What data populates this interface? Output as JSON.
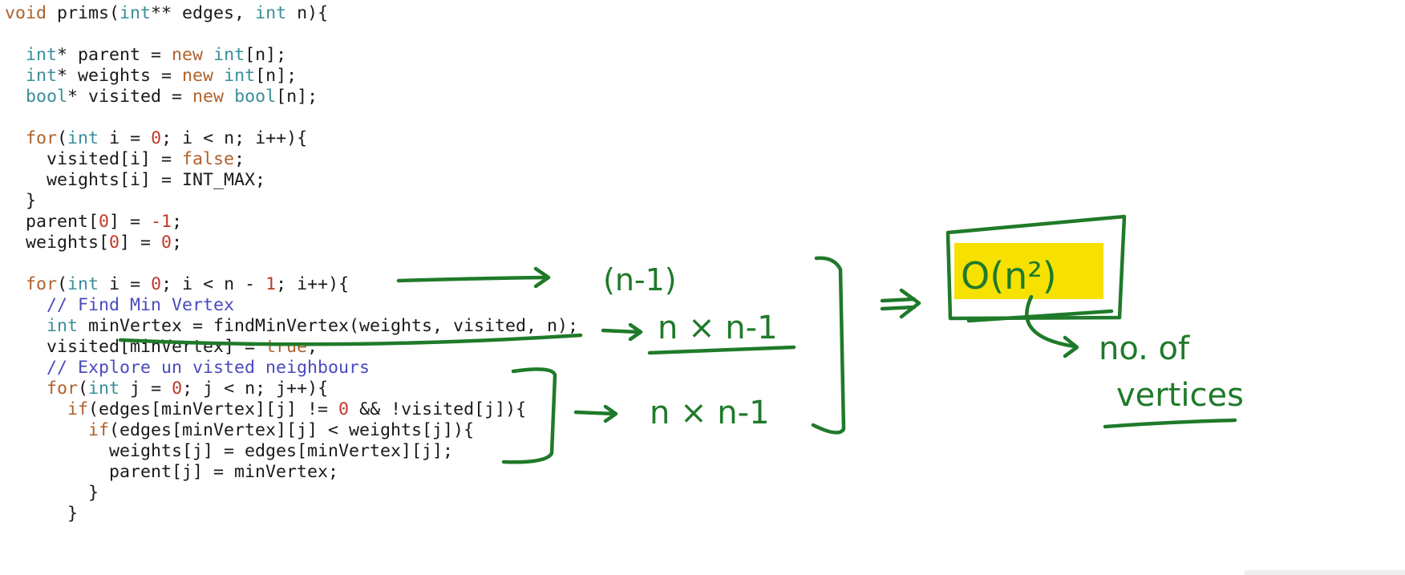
{
  "code": [
    [
      [
        "kw",
        "void"
      ],
      [
        "plain",
        " prims("
      ],
      [
        "type",
        "int"
      ],
      [
        "plain",
        "** edges, "
      ],
      [
        "type",
        "int"
      ],
      [
        "plain",
        " n){"
      ]
    ],
    [],
    [
      [
        "plain",
        "  "
      ],
      [
        "type",
        "int"
      ],
      [
        "plain",
        "* parent = "
      ],
      [
        "kw",
        "new"
      ],
      [
        "plain",
        " "
      ],
      [
        "type",
        "int"
      ],
      [
        "plain",
        "[n];"
      ]
    ],
    [
      [
        "plain",
        "  "
      ],
      [
        "type",
        "int"
      ],
      [
        "plain",
        "* weights = "
      ],
      [
        "kw",
        "new"
      ],
      [
        "plain",
        " "
      ],
      [
        "type",
        "int"
      ],
      [
        "plain",
        "[n];"
      ]
    ],
    [
      [
        "plain",
        "  "
      ],
      [
        "type",
        "bool"
      ],
      [
        "plain",
        "* visited = "
      ],
      [
        "kw",
        "new"
      ],
      [
        "plain",
        " "
      ],
      [
        "type",
        "bool"
      ],
      [
        "plain",
        "[n];"
      ]
    ],
    [],
    [
      [
        "plain",
        "  "
      ],
      [
        "kw",
        "for"
      ],
      [
        "plain",
        "("
      ],
      [
        "type",
        "int"
      ],
      [
        "plain",
        " i = "
      ],
      [
        "num",
        "0"
      ],
      [
        "plain",
        "; i < n; i++){"
      ]
    ],
    [
      [
        "plain",
        "    visited[i] = "
      ],
      [
        "kw",
        "false"
      ],
      [
        "plain",
        ";"
      ]
    ],
    [
      [
        "plain",
        "    weights[i] = INT_MAX;"
      ]
    ],
    [
      [
        "plain",
        "  }"
      ]
    ],
    [
      [
        "plain",
        "  parent["
      ],
      [
        "num",
        "0"
      ],
      [
        "plain",
        "] = "
      ],
      [
        "num",
        "-1"
      ],
      [
        "plain",
        ";"
      ]
    ],
    [
      [
        "plain",
        "  weights["
      ],
      [
        "num",
        "0"
      ],
      [
        "plain",
        "] = "
      ],
      [
        "num",
        "0"
      ],
      [
        "plain",
        ";"
      ]
    ],
    [],
    [
      [
        "plain",
        "  "
      ],
      [
        "kw",
        "for"
      ],
      [
        "plain",
        "("
      ],
      [
        "type",
        "int"
      ],
      [
        "plain",
        " i = "
      ],
      [
        "num",
        "0"
      ],
      [
        "plain",
        "; i < n - "
      ],
      [
        "num",
        "1"
      ],
      [
        "plain",
        "; i++){"
      ]
    ],
    [
      [
        "cm",
        "    // Find Min Vertex"
      ]
    ],
    [
      [
        "plain",
        "    "
      ],
      [
        "type",
        "int"
      ],
      [
        "plain",
        " minVertex = findMinVertex(weights, visited, n);"
      ]
    ],
    [
      [
        "plain",
        "    visited[minVertex] = "
      ],
      [
        "kw",
        "true"
      ],
      [
        "plain",
        ";"
      ]
    ],
    [
      [
        "cm",
        "    // Explore un visted neighbours"
      ]
    ],
    [
      [
        "plain",
        "    "
      ],
      [
        "kw",
        "for"
      ],
      [
        "plain",
        "("
      ],
      [
        "type",
        "int"
      ],
      [
        "plain",
        " j = "
      ],
      [
        "num",
        "0"
      ],
      [
        "plain",
        "; j < n; j++){"
      ]
    ],
    [
      [
        "plain",
        "      "
      ],
      [
        "kw",
        "if"
      ],
      [
        "plain",
        "(edges[minVertex][j] != "
      ],
      [
        "num",
        "0"
      ],
      [
        "plain",
        " && !visited[j]){"
      ]
    ],
    [
      [
        "plain",
        "        "
      ],
      [
        "kw",
        "if"
      ],
      [
        "plain",
        "(edges[minVertex][j] < weights[j]){"
      ]
    ],
    [
      [
        "plain",
        "          weights[j] = edges[minVertex][j];"
      ]
    ],
    [
      [
        "plain",
        "          parent[j] = minVertex;"
      ]
    ],
    [
      [
        "plain",
        "        }"
      ]
    ],
    [
      [
        "plain",
        "      }"
      ]
    ]
  ],
  "annotations": {
    "outer_loop": "(n-1)",
    "find_min": "n × n-1",
    "inner_loop": "n × n-1",
    "result": "O(n²)",
    "note_line1": "no. of",
    "note_line2": "vertices"
  },
  "colors": {
    "ink": "#1f7a2a",
    "highlight": "#f6e100",
    "keyword": "#b0612c",
    "type": "#3a8f9a",
    "number": "#c0392b",
    "comment": "#4a4abf"
  }
}
